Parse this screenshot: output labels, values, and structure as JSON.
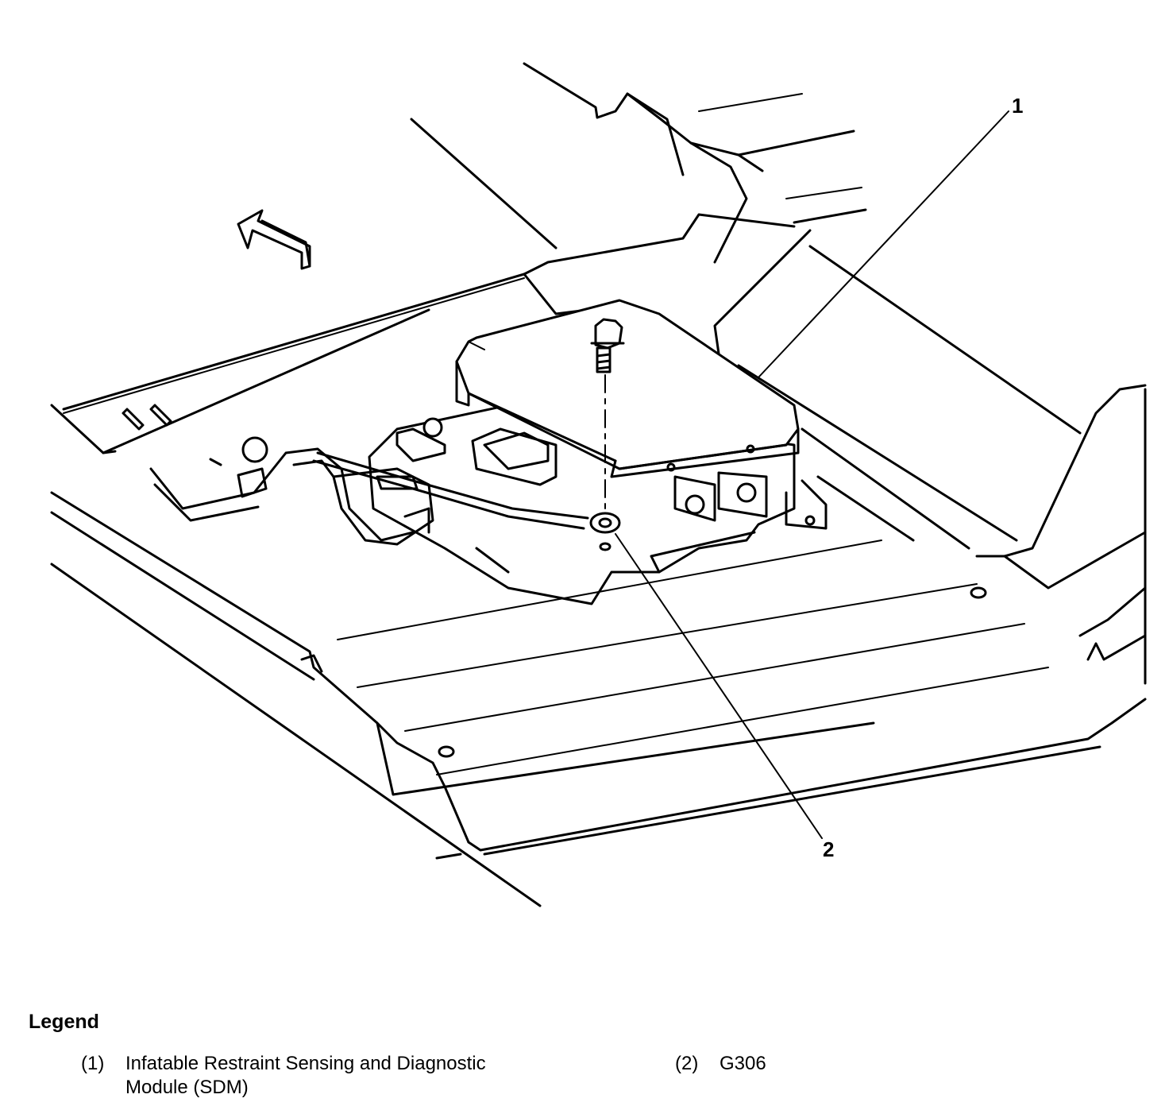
{
  "callouts": [
    {
      "number": "1",
      "meaning": "Infatable Restraint Sensing and Diagnostic Module (SDM)"
    },
    {
      "number": "2",
      "meaning": "G306"
    }
  ],
  "legend": {
    "title": "Legend",
    "items": [
      {
        "number": "(1)",
        "line1": "Infatable Restraint Sensing and Diagnostic",
        "line2": "Module (SDM)"
      },
      {
        "number": "(2)",
        "line1": "G306",
        "line2": ""
      }
    ]
  }
}
